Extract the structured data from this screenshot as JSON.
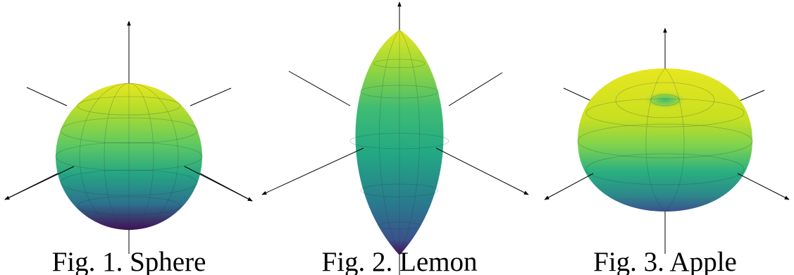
{
  "figures": [
    {
      "id": "sphere",
      "caption": "Fig. 1. Sphere"
    },
    {
      "id": "lemon",
      "caption": "Fig. 2. Lemon"
    },
    {
      "id": "apple",
      "caption": "Fig. 3. Apple"
    }
  ],
  "colors": {
    "top": "#e8e620",
    "upper": "#8fd345",
    "mid": "#35b779",
    "lower": "#21918c",
    "low": "#31688e",
    "bottom": "#440e57",
    "axis": "#000000",
    "mesh": "#1a3a3a"
  }
}
